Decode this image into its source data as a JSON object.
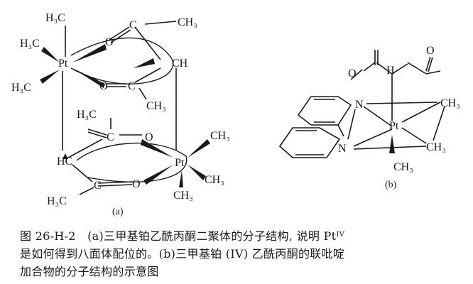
{
  "figure": {
    "part_a_label": "(a)",
    "part_b_label": "(b)",
    "atoms": {
      "pt": "Pt",
      "o": "O",
      "c": "C",
      "n": "N",
      "ch3": "CH₃",
      "h3c": "H₃C",
      "ch": "CH",
      "hc": "HC"
    }
  },
  "caption": {
    "line1": "图 26-H-2　(a)三甲基铂乙酰丙酮二聚体的分子结构, 说明 Ptᴵⱽ",
    "line2": "是如何得到八面体配位的。(b)三甲基铂 (IV) 乙酰丙酮的联吡啶",
    "line3": "加合物的分子结构的示意图"
  },
  "colors": {
    "ink": "#1a1a1a",
    "background": "#ffffff"
  }
}
